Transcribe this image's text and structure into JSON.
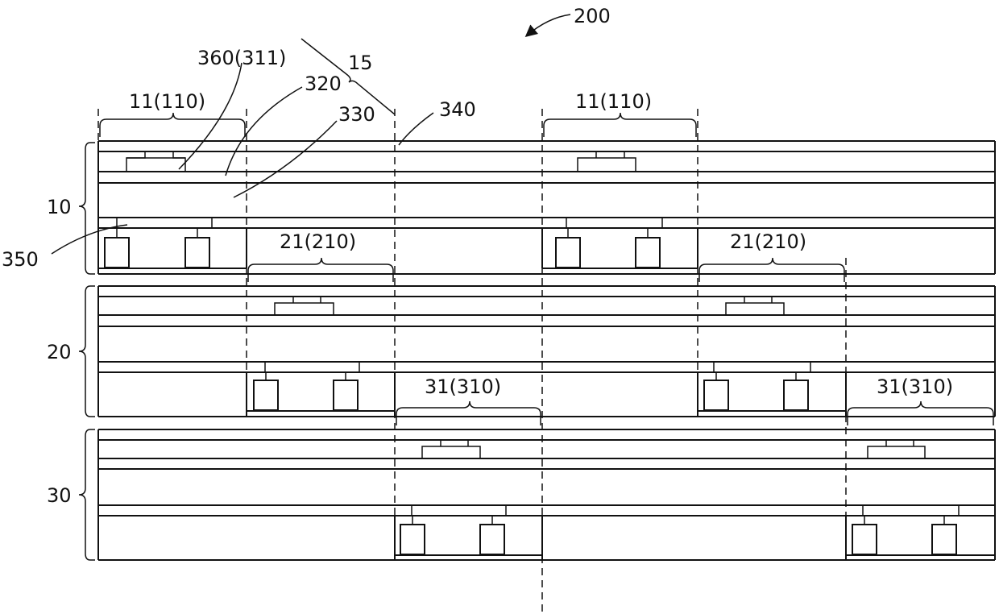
{
  "figure": {
    "number": "200",
    "module_labels": [
      "10",
      "20",
      "30"
    ],
    "group_labels": {
      "unit_11": "11(110)",
      "unit_21": "21(210)",
      "unit_31": "31(310)"
    },
    "callouts": {
      "c360": "360(311)",
      "c15": "15",
      "c320": "320",
      "c330": "330",
      "c340": "340",
      "c350": "350"
    }
  }
}
